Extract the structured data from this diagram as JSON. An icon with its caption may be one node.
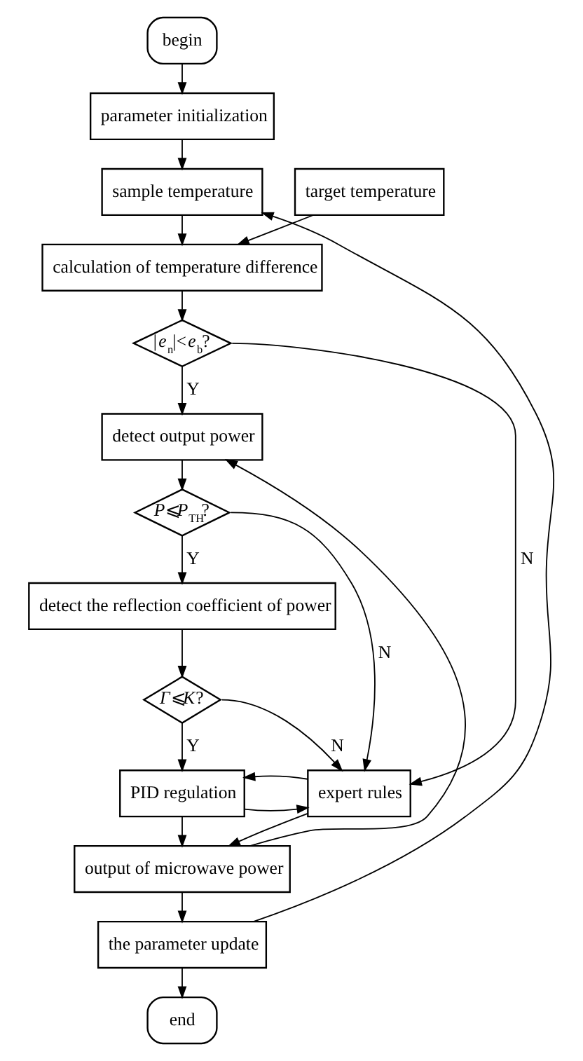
{
  "diagram": {
    "nodes": [
      {
        "text": [
          "begin"
        ]
      },
      {
        "text": [
          "parameter initialization"
        ]
      },
      {
        "text": [
          "sample temperature"
        ]
      },
      {
        "text": [
          "target temperature"
        ]
      },
      {
        "text": [
          "calculation of temperature difference"
        ]
      },
      {
        "text": [
          "|*e*$_{n}$|<*e*$_{b}$?"
        ]
      },
      {
        "text": [
          "detect output power"
        ]
      },
      {
        "text": [
          "*P*⩽*P*$_{TH}$?"
        ]
      },
      {
        "text": [
          "detect the reflection coefficient of power"
        ]
      },
      {
        "text": [
          "*Γ*⩽*K*?"
        ]
      },
      {
        "text": [
          "PID regulation"
        ]
      },
      {
        "text": [
          "expert rules"
        ]
      },
      {
        "text": [
          "output of microwave power"
        ]
      },
      {
        "text": [
          "the parameter update"
        ]
      },
      {
        "text": [
          "end"
        ]
      }
    ],
    "edges": [
      {
        "from": 0,
        "to": 1,
        "arrow": "to"
      },
      {
        "from": 1,
        "to": 2,
        "arrow": "to"
      },
      {
        "from": 2,
        "to": 4,
        "arrow": "to"
      },
      {
        "from": 3,
        "to": 4,
        "arrow": "to"
      },
      {
        "from": 4,
        "to": 5,
        "arrow": "to"
      },
      {
        "from": 5,
        "to": 6,
        "arrow": "to",
        "label": "Y"
      },
      {
        "from": 5,
        "to": 11,
        "arrow": "to",
        "label": "N"
      },
      {
        "from": 6,
        "to": 7,
        "arrow": "to"
      },
      {
        "from": 7,
        "to": 8,
        "arrow": "to",
        "label": "Y"
      },
      {
        "from": 7,
        "to": 11,
        "arrow": "to",
        "label": "N"
      },
      {
        "from": 8,
        "to": 9,
        "arrow": "to"
      },
      {
        "from": 9,
        "to": 10,
        "arrow": "to",
        "label": "Y"
      },
      {
        "from": 9,
        "to": 11,
        "arrow": "to",
        "label": "N"
      },
      {
        "from": 10,
        "to": 11,
        "arrow": "to"
      },
      {
        "from": 11,
        "to": 10,
        "arrow": "to"
      },
      {
        "from": 10,
        "to": 12,
        "arrow": "to"
      },
      {
        "from": 11,
        "to": 12,
        "arrow": "to"
      },
      {
        "from": 12,
        "to": 6,
        "arrow": "to"
      },
      {
        "from": 12,
        "to": 13,
        "arrow": "to"
      },
      {
        "from": 13,
        "to": 2,
        "arrow": "to"
      },
      {
        "from": 13,
        "to": 14,
        "arrow": "to"
      }
    ]
  }
}
